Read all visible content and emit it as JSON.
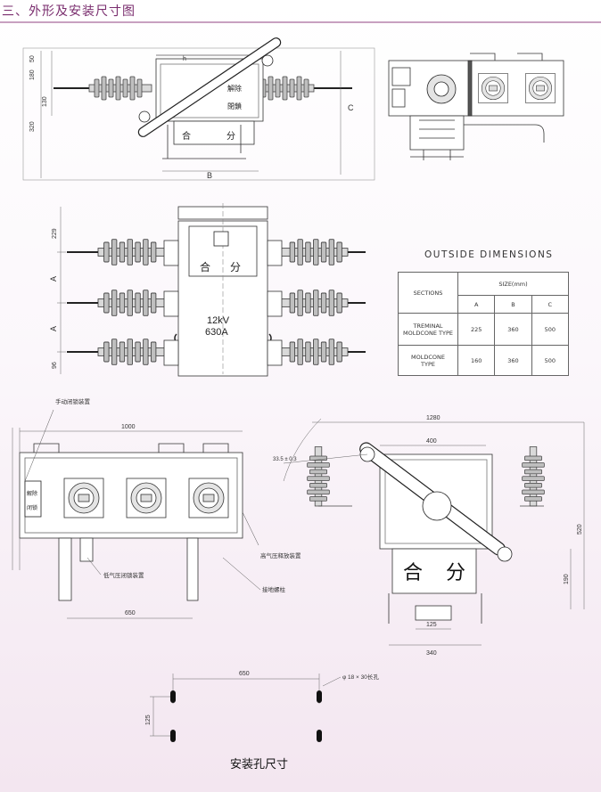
{
  "header": {
    "title": "三、外形及安装尺寸图"
  },
  "top_view": {
    "dims": {
      "d50": "50",
      "d130": "130",
      "d180": "180",
      "d320": "320",
      "h": "h",
      "b": "B",
      "c": "C"
    },
    "handle_labels": {
      "unlock": "解除",
      "lock": "閉鎖"
    },
    "panel_labels": {
      "close": "合",
      "open": "分"
    }
  },
  "front_view": {
    "dims": {
      "d229": "229",
      "a1": "A",
      "a2": "A",
      "d96": "96"
    },
    "rating_voltage": "12kV",
    "rating_current": "630A",
    "panel_labels": {
      "close": "合",
      "open": "分"
    }
  },
  "outside_dimensions": {
    "title": "OUTSIDE  DIMENSIONS",
    "header_sections": "SECTIONS",
    "header_size": "SIZE(mm)",
    "columns": [
      "A",
      "B",
      "C"
    ],
    "rows": [
      {
        "name_line1": "TREMINAL",
        "name_line2": "MOLDCONE TYPE",
        "values": [
          "225",
          "360",
          "500"
        ]
      },
      {
        "name_line1": "MOLDCONE",
        "name_line2": "TYPE",
        "values": [
          "160",
          "360",
          "500"
        ]
      }
    ]
  },
  "back_view": {
    "dims": {
      "width": "1000",
      "base": "650"
    },
    "labels": {
      "manual_lock": "手动闭锁装置",
      "low_pressure": "低气压闭锁装置",
      "high_pressure": "高气压释放装置",
      "ground": "接地螺柱"
    },
    "handle_labels": {
      "unlock": "解除",
      "lock": "闭锁"
    }
  },
  "side_view": {
    "dims": {
      "overall": "1280",
      "top": "400",
      "angle": "33.5 ± 0.3",
      "height": "520",
      "lower": "190",
      "hole": "125",
      "base": "340"
    },
    "panel_labels": {
      "close": "合",
      "open": "分"
    }
  },
  "mounting": {
    "dims": {
      "span": "650",
      "depth": "125",
      "slot": "φ 18 × 30长孔"
    },
    "caption": "安装孔尺寸"
  }
}
